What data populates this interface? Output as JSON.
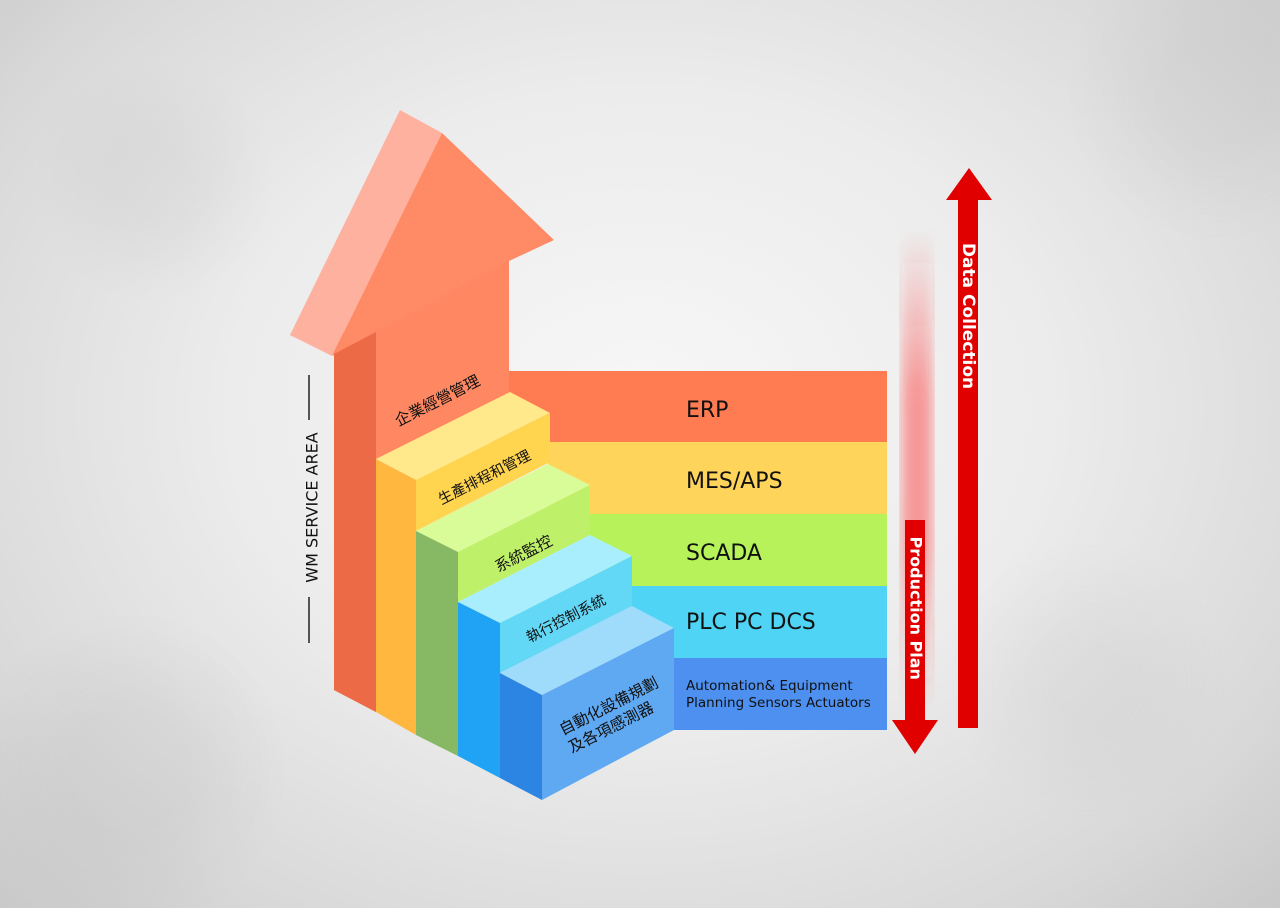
{
  "vertical_title": "WM SERVICE AREA",
  "layers": [
    {
      "name": "ERP",
      "description": "企業經營管理",
      "color": "#ff7b52"
    },
    {
      "name": "MES/APS",
      "description": "生產排程和管理",
      "color": "#ffd45a"
    },
    {
      "name": "SCADA",
      "description": "系統監控",
      "color": "#b7f25a"
    },
    {
      "name": "PLC PC DCS",
      "description": "執行控制系統",
      "color": "#4fd4f5"
    },
    {
      "name_lines": [
        "Automation& Equipment",
        "Planning Sensors Actuators"
      ],
      "description_lines": [
        "自動化設備規劃",
        "及各項感測器"
      ],
      "color": "#4d90f0"
    }
  ],
  "arrow_up_label": "Data Collection",
  "arrow_down_label": "Production Plan",
  "arrow_color": "#e00000"
}
